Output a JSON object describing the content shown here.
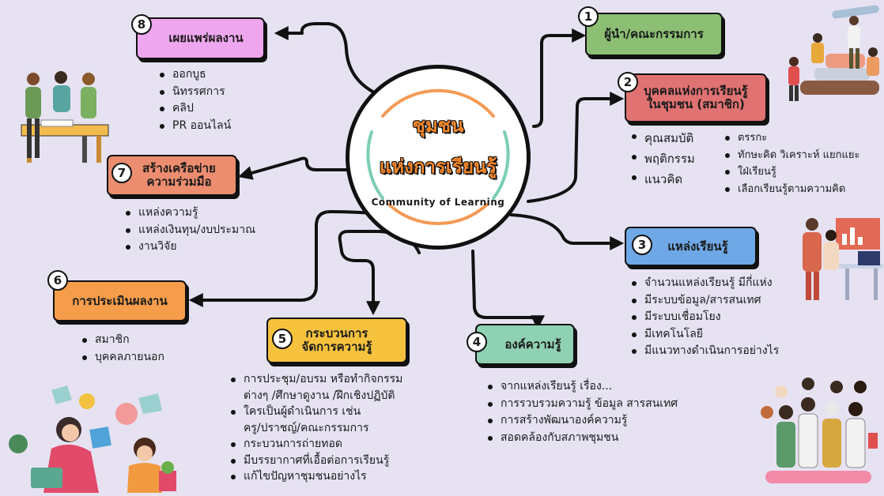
{
  "hub": {
    "title_line1": "ชุมชน",
    "title_line2": "แห่งการเรียนรู้",
    "subtitle": "Community of Learning"
  },
  "nodes": [
    {
      "num": "1",
      "title": "ผู้นำ/คณะกรรมการ",
      "color": "#8cbf74",
      "items": []
    },
    {
      "num": "2",
      "title_line1": "บุคคลแห่งการเรียนรู้",
      "title_line2": "ในชุมชน (สมาชิก)",
      "color": "#e07272",
      "items_left": [
        "คุณสมบัติ",
        "พฤติกรรม",
        "แนวคิด"
      ],
      "items_right": [
        "ตรรกะ",
        "ทักษะคิด วิเคราะห์ แยกแยะ",
        "ใฝ่เรียนรู้",
        "เลือกเรียนรู้ตามความคิด"
      ]
    },
    {
      "num": "3",
      "title": "แหล่งเรียนรู้",
      "color": "#6ea8e6",
      "items": [
        "จำนวนแหล่งเรียนรู้ มีกี่แห่ง",
        "มีระบบข้อมูล/สารสนเทศ",
        "มีระบบเชื่อมโยง",
        "มีเทคโนโลยี",
        "มีแนวทางดำเนินการอย่างไร"
      ]
    },
    {
      "num": "4",
      "title": "องค์ความรู้",
      "color": "#8fd1b3",
      "items": [
        "จากแหล่งเรียนรู้ เรื่อง...",
        "การรวบรวมความรู้ ข้อมูล สารสนเทศ",
        "การสร้างพัฒนาองค์ความรู้",
        "สอดคล้องกับสภาพชุมชน"
      ]
    },
    {
      "num": "5",
      "title_line1": "กระบวนการ",
      "title_line2": "จัดการความรู้",
      "color": "#f6c23e",
      "items": [
        "การประชุม/อบรม หรือทำกิจกรรม",
        "ต่างๆ /ศึกษาดูงาน /ฝึกเชิงปฏิบัติ",
        "ใครเป็นผู้ดำเนินการ เช่น",
        "ครู/ปราชญ์/คณะกรรมการ",
        "กระบวนการถ่ายทอด",
        "มีบรรยากาศที่เอื้อต่อการเรียนรู้",
        "แก้ไขปัญหาชุมชนอย่างไร"
      ]
    },
    {
      "num": "6",
      "title": "การประเมินผลงาน",
      "color": "#f59d4b",
      "items": [
        "สมาชิก",
        "บุคคลภายนอก"
      ]
    },
    {
      "num": "7",
      "title_line1": "สร้างเครือข่าย",
      "title_line2": "ความร่วมมือ",
      "color": "#ec8d6f",
      "items": [
        "แหล่งความรู้",
        "แหล่งเงินทุน/งบประมาณ",
        "งานวิจัย"
      ]
    },
    {
      "num": "8",
      "title": "เผยแพร่ผลงาน",
      "color": "#eea6ee",
      "items": [
        "ออกบูธ",
        "นิทรรศการ",
        "คลิป",
        "PR ออนไลน์"
      ]
    }
  ],
  "colors": {
    "background": "#e6e2f2",
    "outline": "#111111",
    "hub_title": "#f3872b",
    "ring_orange": "#f39a55",
    "ring_green": "#7ccdb5"
  }
}
